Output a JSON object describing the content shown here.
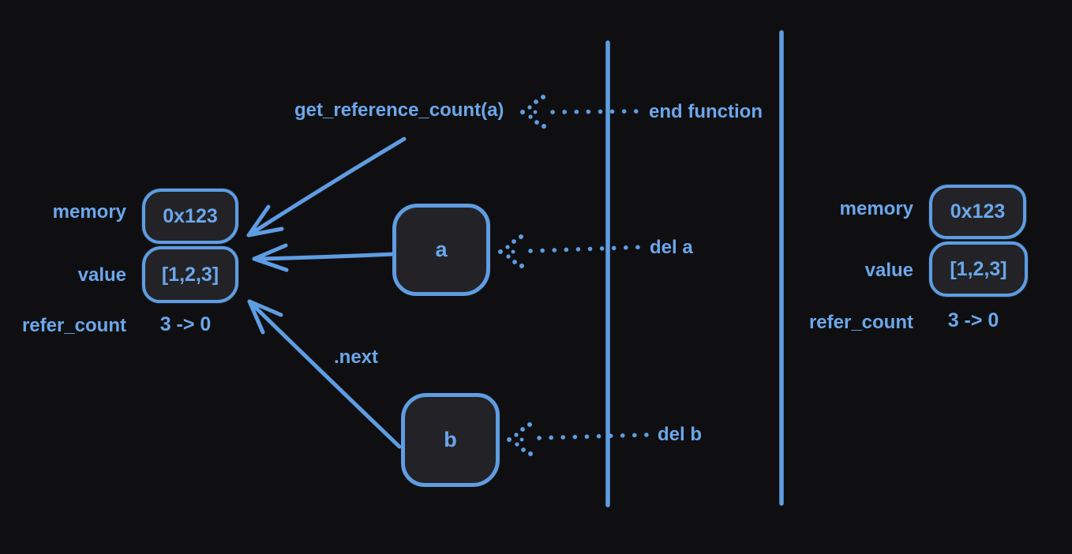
{
  "colors": {
    "background": "#0f0f12",
    "ink": "#5f9de2",
    "ink_bright": "#6ca7ea",
    "box_fill": "#232327"
  },
  "texts": {
    "call": "get_reference_count(a)",
    "end_function": "end function",
    "del_a": "del a",
    "del_b": "del b",
    "next": ".next",
    "var_a": "a",
    "var_b": "b"
  },
  "left_state": {
    "memory_label": "memory",
    "memory_value": "0x123",
    "value_label": "value",
    "value_value": "[1,2,3]",
    "refer_label": "refer_count",
    "refer_value": "3 -> 0"
  },
  "right_state": {
    "memory_label": "memory",
    "memory_value": "0x123",
    "value_label": "value",
    "value_value": "[1,2,3]",
    "refer_label": "refer_count",
    "refer_value": "3 -> 0"
  }
}
